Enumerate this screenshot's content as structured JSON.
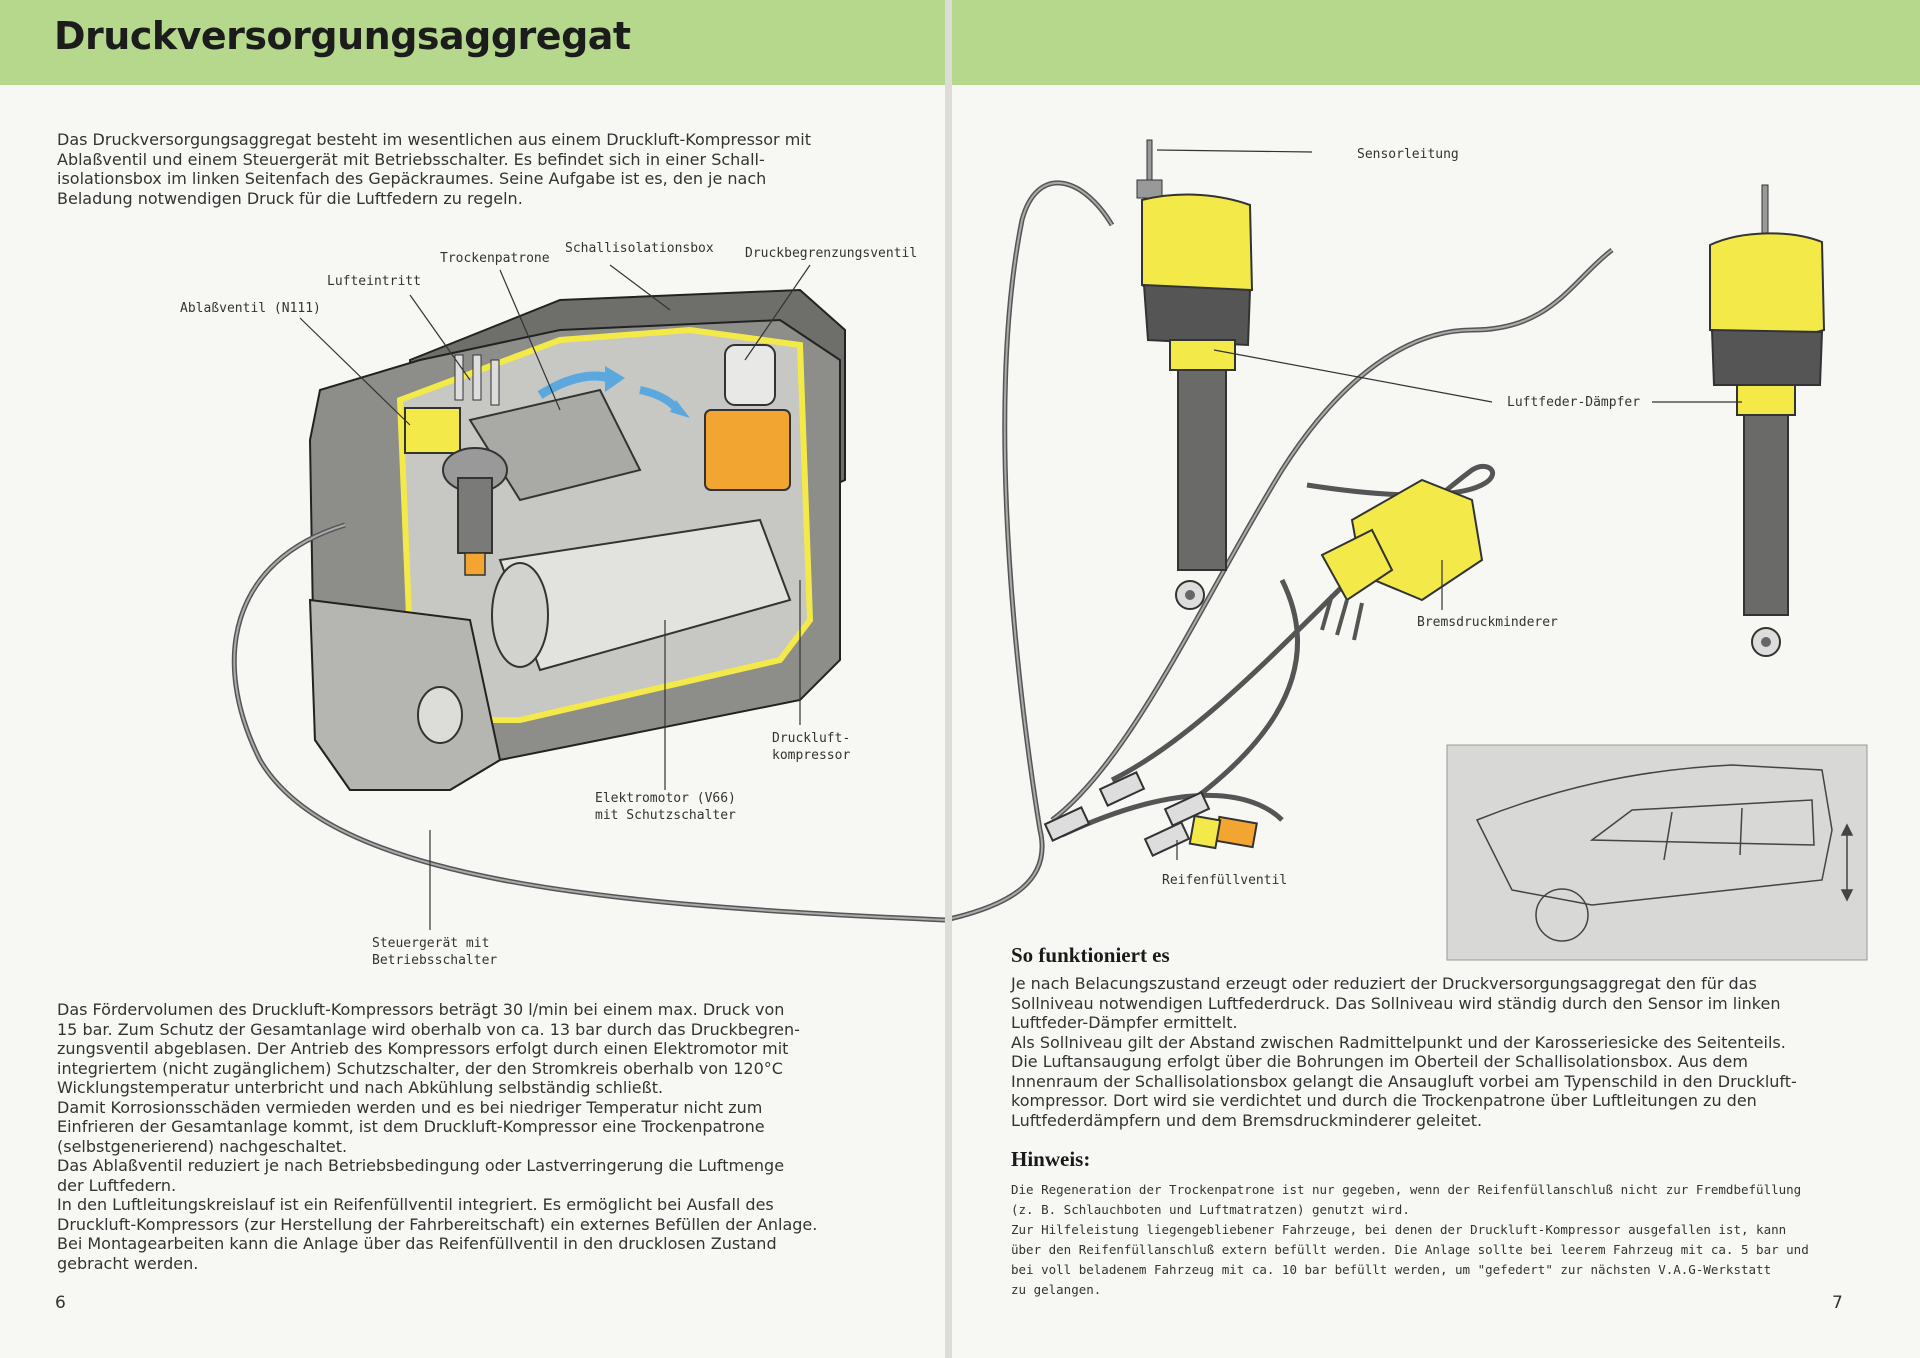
{
  "left": {
    "title": "Druckversorgungsaggregat",
    "intro": "Das Druckversorgungsaggregat besteht im wesentlichen aus einem Druckluft-Kompressor mit\nAblaßventil und einem Steuergerät mit Betriebsschalter. Es befindet sich in einer Schall-\nisolationsbox im linken Seitenfach des Gepäckraumes. Seine Aufgabe ist es, den je nach\nBeladung notwendigen Druck für die Luftfedern zu regeln.",
    "labels": {
      "ablassventil": "Ablaßventil (N111)",
      "lufteintritt": "Lufteintritt",
      "trockenpatrone": "Trockenpatrone",
      "schallisolationsbox": "Schallisolationsbox",
      "druckbegrenzungsventil": "Druckbegrenzungsventil",
      "druckluftkompressor": "Druckluft-\nkompressor",
      "elektromotor": "Elektromotor (V66)\nmit Schutzschalter",
      "steuergeraet": "Steuergerät mit\nBetriebsschalter"
    },
    "body": "Das Fördervolumen des Druckluft-Kompressors beträgt 30 l/min bei einem max. Druck von\n15 bar. Zum Schutz der Gesamtanlage wird oberhalb von ca. 13 bar durch das Druckbegren-\nzungsventil abgeblasen. Der Antrieb des Kompressors erfolgt durch einen Elektromotor mit\nintegriertem (nicht zugänglichem) Schutzschalter, der den Stromkreis oberhalb von 120°C\nWicklungstemperatur unterbricht und nach Abkühlung selbständig schließt.\nDamit Korrosionsschäden vermieden werden und es bei niedriger Temperatur nicht zum\nEinfrieren der Gesamtanlage kommt, ist dem Druckluft-Kompressor eine Trockenpatrone\n(selbstgenerierend) nachgeschaltet.\nDas Ablaßventil reduziert je nach Betriebsbedingung oder Lastverringerung die Luftmenge\nder Luftfedern.\nIn den Luftleitungskreislauf ist ein Reifenfüllventil integriert. Es ermöglicht bei Ausfall des\nDruckluft-Kompressors (zur Herstellung der Fahrbereitschaft) ein externes Befüllen der Anlage.\nBei Montagearbeiten kann die Anlage über das Reifenfüllventil in den drucklosen Zustand\ngebracht werden.",
    "page_number": "6"
  },
  "right": {
    "labels": {
      "sensorleitung": "Sensorleitung",
      "luftfeder_daempfer": "Luftfeder-Dämpfer",
      "bremsdruckminderer": "Bremsdruckminderer",
      "reifenfuellventil": "Reifenfüllventil"
    },
    "heading": "So funktioniert es",
    "body": "Je nach Belacungszustand erzeugt oder reduziert der Druckversorgungsaggregat den für das\nSollniveau notwendigen Luftfederdruck. Das Sollniveau wird ständig durch den Sensor im linken\nLuftfeder-Dämpfer ermittelt.\nAls Sollniveau gilt der Abstand zwischen Radmittelpunkt und der Karosseriesicke des Seitenteils.\nDie Luftansaugung erfolgt über die Bohrungen im Oberteil der Schallisolationsbox. Aus dem\nInnenraum der Schallisolationsbox gelangt die Ansaugluft vorbei am Typenschild in den Druckluft-\nkompressor. Dort wird sie verdichtet und durch die Trockenpatrone über Luftleitungen zu den\nLuftfederdämpfern und dem Bremsdruckminderer geleitet.",
    "hint_heading": "Hinweis:",
    "hint_text": "Die Regeneration der Trockenpatrone ist nur gegeben, wenn der Reifenfüllanschluß nicht zur Fremdbefüllung\n(z. B. Schlauchboten und Luftmatratzen) genutzt wird.\nZur Hilfeleistung liegengebliebener Fahrzeuge, bei denen der Druckluft-Kompressor ausgefallen ist, kann\nüber den Reifenfüllanschluß extern befüllt werden. Die Anlage sollte bei leerem Fahrzeug mit ca. 5 bar und\nbei voll beladenem Fahrzeug mit ca. 10 bar befüllt werden, um \"gefedert\" zur nächsten V.A.G-Werkstatt\nzu gelangen.",
    "page_number": "7"
  },
  "colors": {
    "header_band": "#b6d88d",
    "part_yellow": "#f3ea4a",
    "part_orange": "#f2a530",
    "housing_grey": "#8d8d8a",
    "arrow_blue": "#5aa8dd"
  }
}
